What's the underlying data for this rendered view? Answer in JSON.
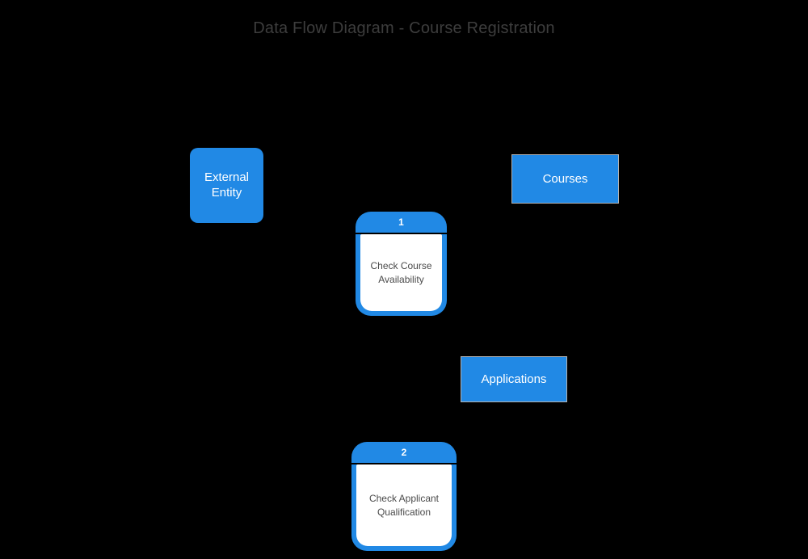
{
  "title": "Data Flow Diagram - Course Registration",
  "nodes": {
    "external_entity": {
      "label": "External Entity"
    },
    "courses": {
      "label": "Courses"
    },
    "process1": {
      "number": "1",
      "label": "Check Course Availability"
    },
    "applications": {
      "label": "Applications"
    },
    "process2": {
      "number": "2",
      "label": "Check Applicant Qualification"
    }
  },
  "colors": {
    "background": "#000000",
    "node_blue": "#2189e5",
    "store_border": "#b3b3b3",
    "process_divider": "#000000",
    "process_body_bg": "#ffffff",
    "process_text": "#4a4a4a",
    "title_text": "#3d3d3d",
    "node_label_text": "#ffffff"
  }
}
